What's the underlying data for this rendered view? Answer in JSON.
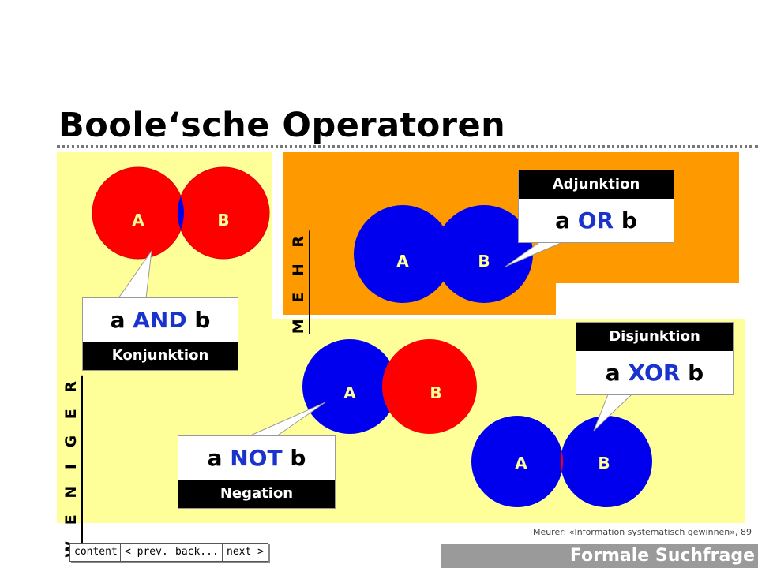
{
  "slide": {
    "title": "Boole‘sche Operatoren",
    "source": "Meurer: «Information systematisch gewinnen», 89",
    "section": "Formale Suchfrage"
  },
  "labels": {
    "more": "M E H R",
    "less": "W E N I G E R"
  },
  "venn": {
    "and": {
      "a": "A",
      "b": "B"
    },
    "or": {
      "a": "A",
      "b": "B"
    },
    "not": {
      "a": "A",
      "b": "B"
    },
    "xor": {
      "a": "A",
      "b": "B"
    }
  },
  "callouts": {
    "and": {
      "left": "a",
      "op": "AND",
      "right": "b",
      "caption": "Konjunktion"
    },
    "or": {
      "left": "a",
      "op": "OR",
      "right": "b",
      "caption": "Adjunktion"
    },
    "not": {
      "left": "a",
      "op": "NOT",
      "right": "b",
      "caption": "Negation"
    },
    "xor": {
      "left": "a",
      "op": "XOR",
      "right": "b",
      "caption": "Disjunktion"
    }
  },
  "nav": {
    "content": "content",
    "prev": "< prev.",
    "back": "back...",
    "next": "next >"
  },
  "colors": {
    "red": "#ff0000",
    "blue": "#0000ee",
    "yellow": "#ffff99",
    "orange": "#ff9900"
  }
}
